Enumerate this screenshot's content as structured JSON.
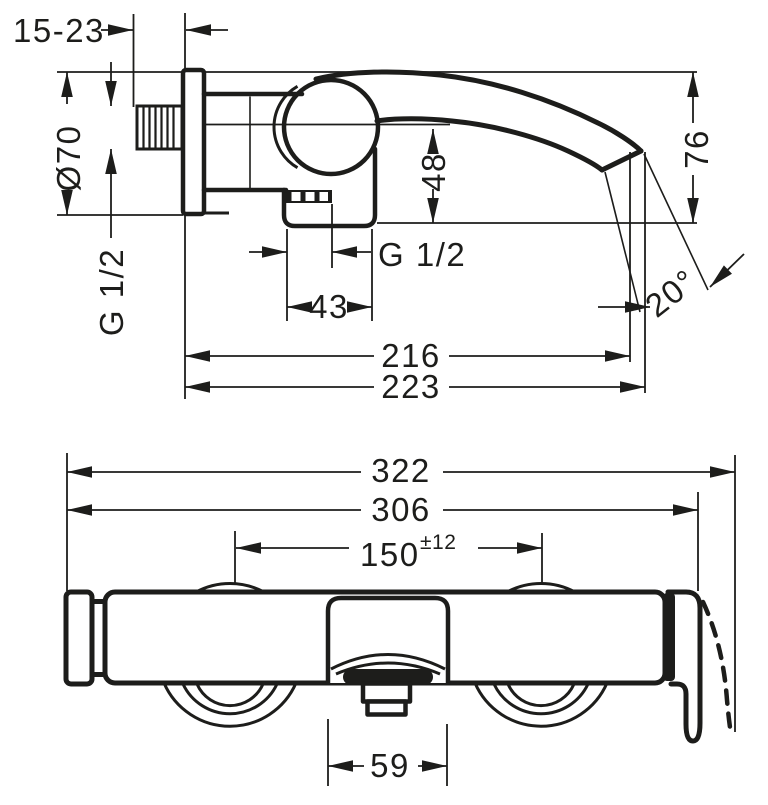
{
  "drawing": {
    "background": "#ffffff",
    "line_color": "#1d1d1b",
    "side_view": {
      "name": "side-elevation",
      "labels": {
        "wall_depth": "15-23",
        "escutcheon_diameter": "Ø70",
        "inlet_thread": "G 1/2",
        "outlet_thread": "G 1/2",
        "spout_drop": "48",
        "tip_height": "76",
        "outlet_width": "43",
        "projection_inner": "216",
        "projection_outer": "223",
        "jet_angle": "20°"
      }
    },
    "front_view": {
      "name": "front-elevation",
      "labels": {
        "overall_width": "322",
        "body_width": "306",
        "hose_centre_distance": "150",
        "hose_centre_tolerance": "±12",
        "outlet_recess_width": "59"
      }
    }
  }
}
